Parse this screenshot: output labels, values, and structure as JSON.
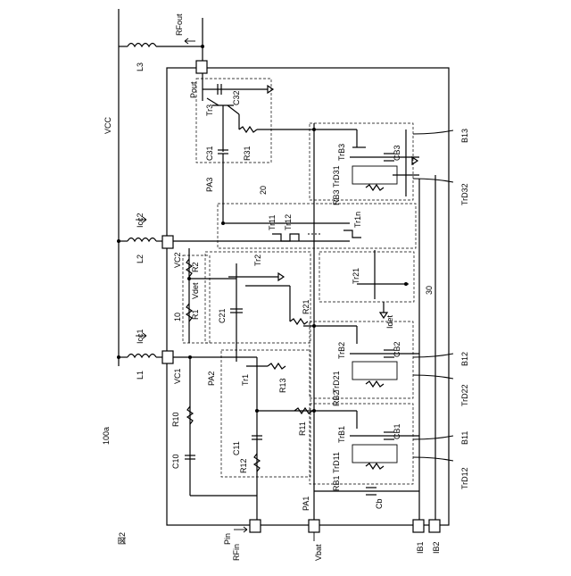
{
  "figure": {
    "number_label": "図2",
    "ref_label": "100a"
  },
  "power": {
    "vcc": "VCC",
    "icc1": "Icc1",
    "icc2": "Icc2",
    "vbat": "Vbat",
    "idet": "Idet",
    "vdet": "Vdet"
  },
  "terminals": {
    "pin": "Pin",
    "rfin": "RFin",
    "pout": "Pout",
    "rfout": "RFout",
    "vc1": "VC1",
    "vc2": "VC2",
    "ib1": "IB1",
    "ib2": "IB2"
  },
  "inductors": {
    "l1": "L1",
    "l2": "L2",
    "l3": "L3"
  },
  "blocks": {
    "pa1": "PA1",
    "pa2": "PA2",
    "pa3": "PA3",
    "b11": "B11",
    "b12": "B12",
    "b13": "B13",
    "n10": "10",
    "n20": "20",
    "n30": "30"
  },
  "components": {
    "tr1": "Tr1",
    "tr2": "Tr2",
    "tr3": "Tr3",
    "tr11": "Tr11",
    "tr12": "Tr12",
    "tr1n": "Tr1n",
    "tr21": "Tr21",
    "trb1": "TrB1",
    "trb2": "TrB2",
    "trb3": "TrB3",
    "trd11": "TrD11",
    "trd12": "TrD12",
    "trd21": "TrD21",
    "trd22": "TrD22",
    "trd31": "TrD31",
    "trd32": "TrD32",
    "r1": "R1",
    "r2": "R2",
    "r10": "R10",
    "r11": "R11",
    "r12": "R12",
    "r13": "R13",
    "r21": "R21",
    "r31": "R31",
    "rb1": "RB1",
    "rb2": "RB2",
    "rb3": "RB3",
    "c10": "C10",
    "c11": "C11",
    "c21": "C21",
    "c31": "C31",
    "c32": "C32",
    "cb1": "CB1",
    "cb2": "CB2",
    "cb3": "CB3",
    "cb": "Cb"
  }
}
